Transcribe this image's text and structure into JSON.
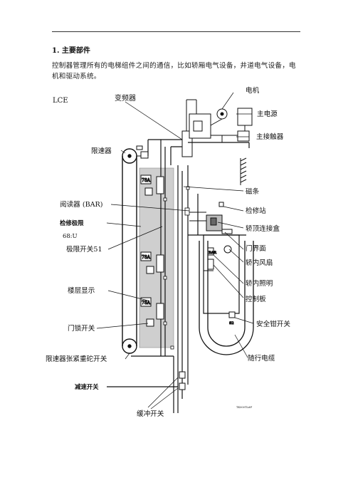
{
  "section": {
    "heading": "1. 主要部件",
    "paragraph": "控制器管理所有的电梯组件之间的通信，比如轿厢电气设备，井道电气设备，电机和驱动系统。"
  },
  "diagram": {
    "labels": {
      "lce": "LCE",
      "inverter": "变频器",
      "motor": "电机",
      "main_power": "主电源",
      "main_contactor": "主接触器",
      "governor": "限速器",
      "magnet_strip": "磁条",
      "inspection_station": "检修站",
      "car_top_box": "轿顶连接盒",
      "door_operator": "门界面",
      "car_fan": "轿内风扇",
      "car_light": "轿内照明",
      "control_panel": "控制板",
      "safety_gear_switch": "安全钳开关",
      "travel_cable": "随行电缆",
      "reader": "阅读器 (BAR)",
      "inspection_limit": "检修极限",
      "inspection_limit_code": "68:U",
      "final_limit": "极限开关51",
      "floor_display": "楼层显示",
      "door_lock_switch": "门锁开关",
      "governor_tension_switch": "限速器张紧重砣开关",
      "slowdown_switch": "减速开关",
      "buffer_switch": "缓冲开关",
      "box_78a_1": "78A",
      "box_78a_2": "78A",
      "box_78a_3": "78A",
      "bar_code": "BAR",
      "code_s2": "S2",
      "footer_code": "TK000TL#F"
    }
  }
}
